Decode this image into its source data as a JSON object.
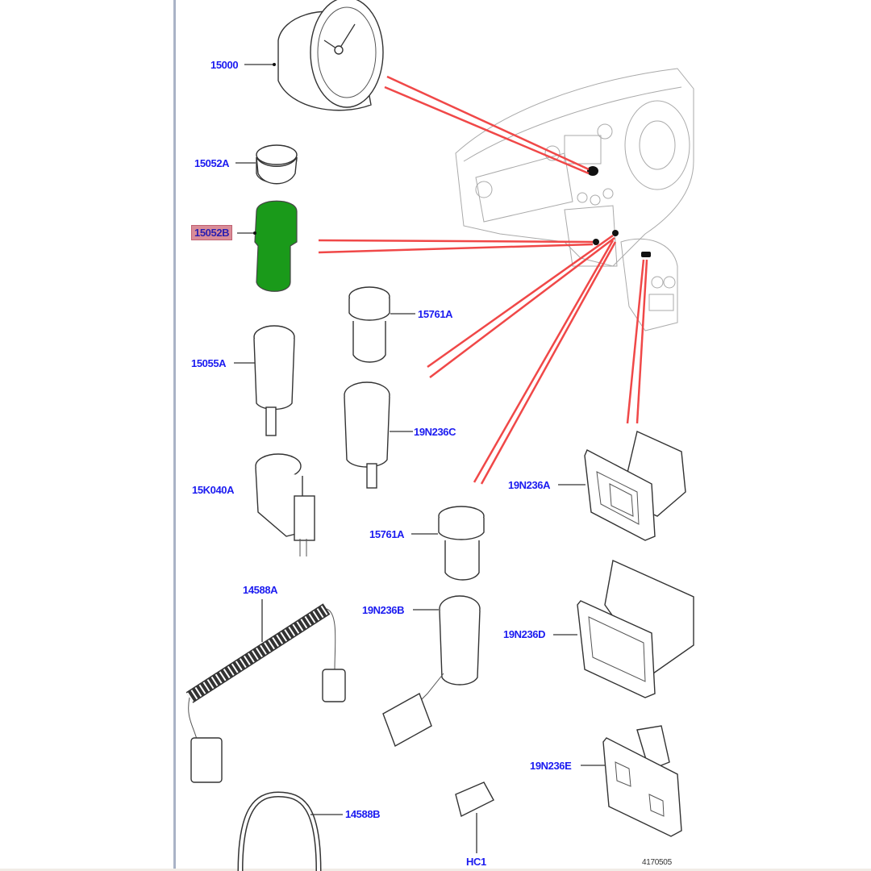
{
  "diagram": {
    "drawing_number": "4170505",
    "highlight_color": "#1a9a1a",
    "label_color": "#1b1bf0",
    "callout_line_color": "#f04848",
    "highlighted_part": "15052B",
    "parts": [
      {
        "id": "15000",
        "description_icon": "clock-icon"
      },
      {
        "id": "15052A",
        "description_icon": "cap-icon"
      },
      {
        "id": "15052B",
        "description_icon": "lighter-element-icon"
      },
      {
        "id": "15761A_upper",
        "label": "15761A",
        "description_icon": "cap-icon"
      },
      {
        "id": "15055A",
        "description_icon": "socket-icon"
      },
      {
        "id": "19N236C",
        "description_icon": "socket-icon"
      },
      {
        "id": "15K040A",
        "description_icon": "socket-holder-icon"
      },
      {
        "id": "19N236A",
        "description_icon": "usb-port-icon"
      },
      {
        "id": "15761A_lower",
        "label": "15761A",
        "description_icon": "cap-icon"
      },
      {
        "id": "14588A",
        "description_icon": "coiled-cable-icon"
      },
      {
        "id": "19N236B",
        "description_icon": "socket-with-connector-icon"
      },
      {
        "id": "19N236D",
        "description_icon": "usb-port-icon"
      },
      {
        "id": "19N236E",
        "description_icon": "aux-port-icon"
      },
      {
        "id": "14588B",
        "description_icon": "cable-loop-icon"
      },
      {
        "id": "HC1",
        "description_icon": "connector-icon"
      }
    ]
  }
}
